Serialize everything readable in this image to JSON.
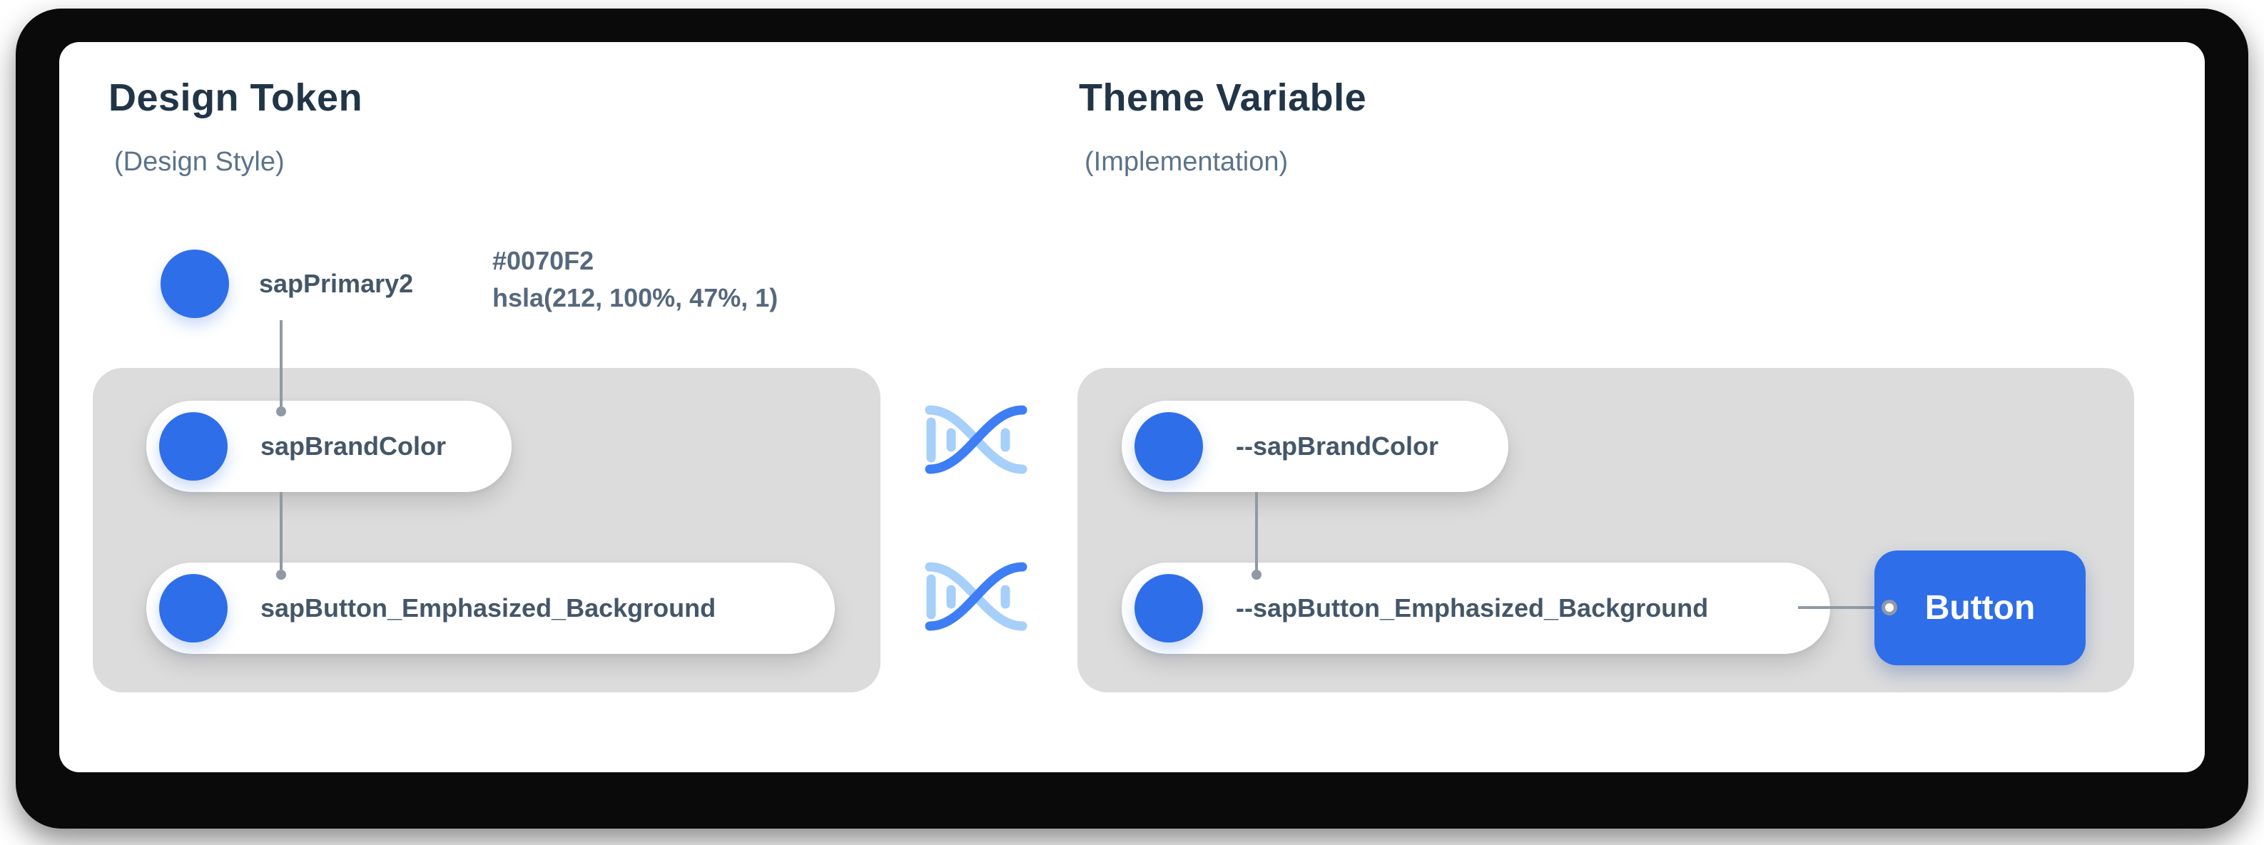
{
  "colors": {
    "accent": "#2f6ee9",
    "group-bg": "#dcdcdc",
    "heading": "#223548",
    "subtitle": "#5b738b",
    "label": "#445669",
    "value": "#56687d",
    "connector": "#909aa5",
    "frame": "#0a0a0b",
    "dna-dark": "#3d7ef4",
    "dna-light": "#a6cffa"
  },
  "left_panel": {
    "title": "Design Token",
    "subtitle": "(Design Style)",
    "root_token": {
      "name": "sapPrimary2",
      "hex": "#0070F2",
      "hsla": "hsla(212, 100%, 47%, 1)"
    },
    "tokens": [
      {
        "name": "sapBrandColor"
      },
      {
        "name": "sapButton_Emphasized_Background"
      }
    ]
  },
  "right_panel": {
    "title": "Theme Variable",
    "subtitle": "(Implementation)",
    "variables": [
      {
        "name": "--sapBrandColor"
      },
      {
        "name": "--sapButton_Emphasized_Background"
      }
    ],
    "button_label": "Button"
  },
  "icons": {
    "mapping_icon": "dna-mapping-icon"
  }
}
